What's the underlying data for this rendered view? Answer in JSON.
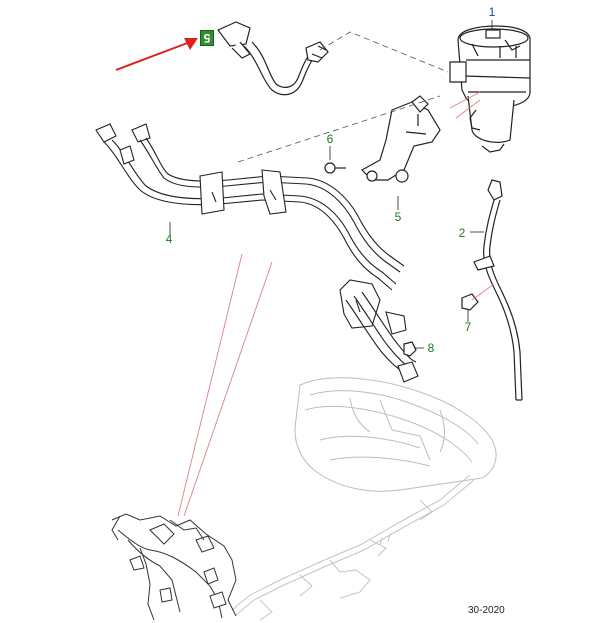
{
  "callouts": {
    "c1": "1",
    "c2": "2",
    "c4": "4",
    "c5_top": "5",
    "c5_bottom": "5",
    "c6": "6",
    "c7": "7",
    "c8": "8"
  },
  "reference": "30-2020",
  "colors": {
    "callout_green": "#1f7a1f",
    "callout_blue": "#1b3fb8",
    "highlight_box": "#2f8f2f",
    "pointer_arrow": "#e02020",
    "leader_red": "#e08080",
    "line_art": "#222222",
    "ghost_art": "#b8b8b8"
  },
  "icons": {
    "pointer": "red-arrow-icon",
    "leader_lines": "dashed-leader-icon"
  }
}
